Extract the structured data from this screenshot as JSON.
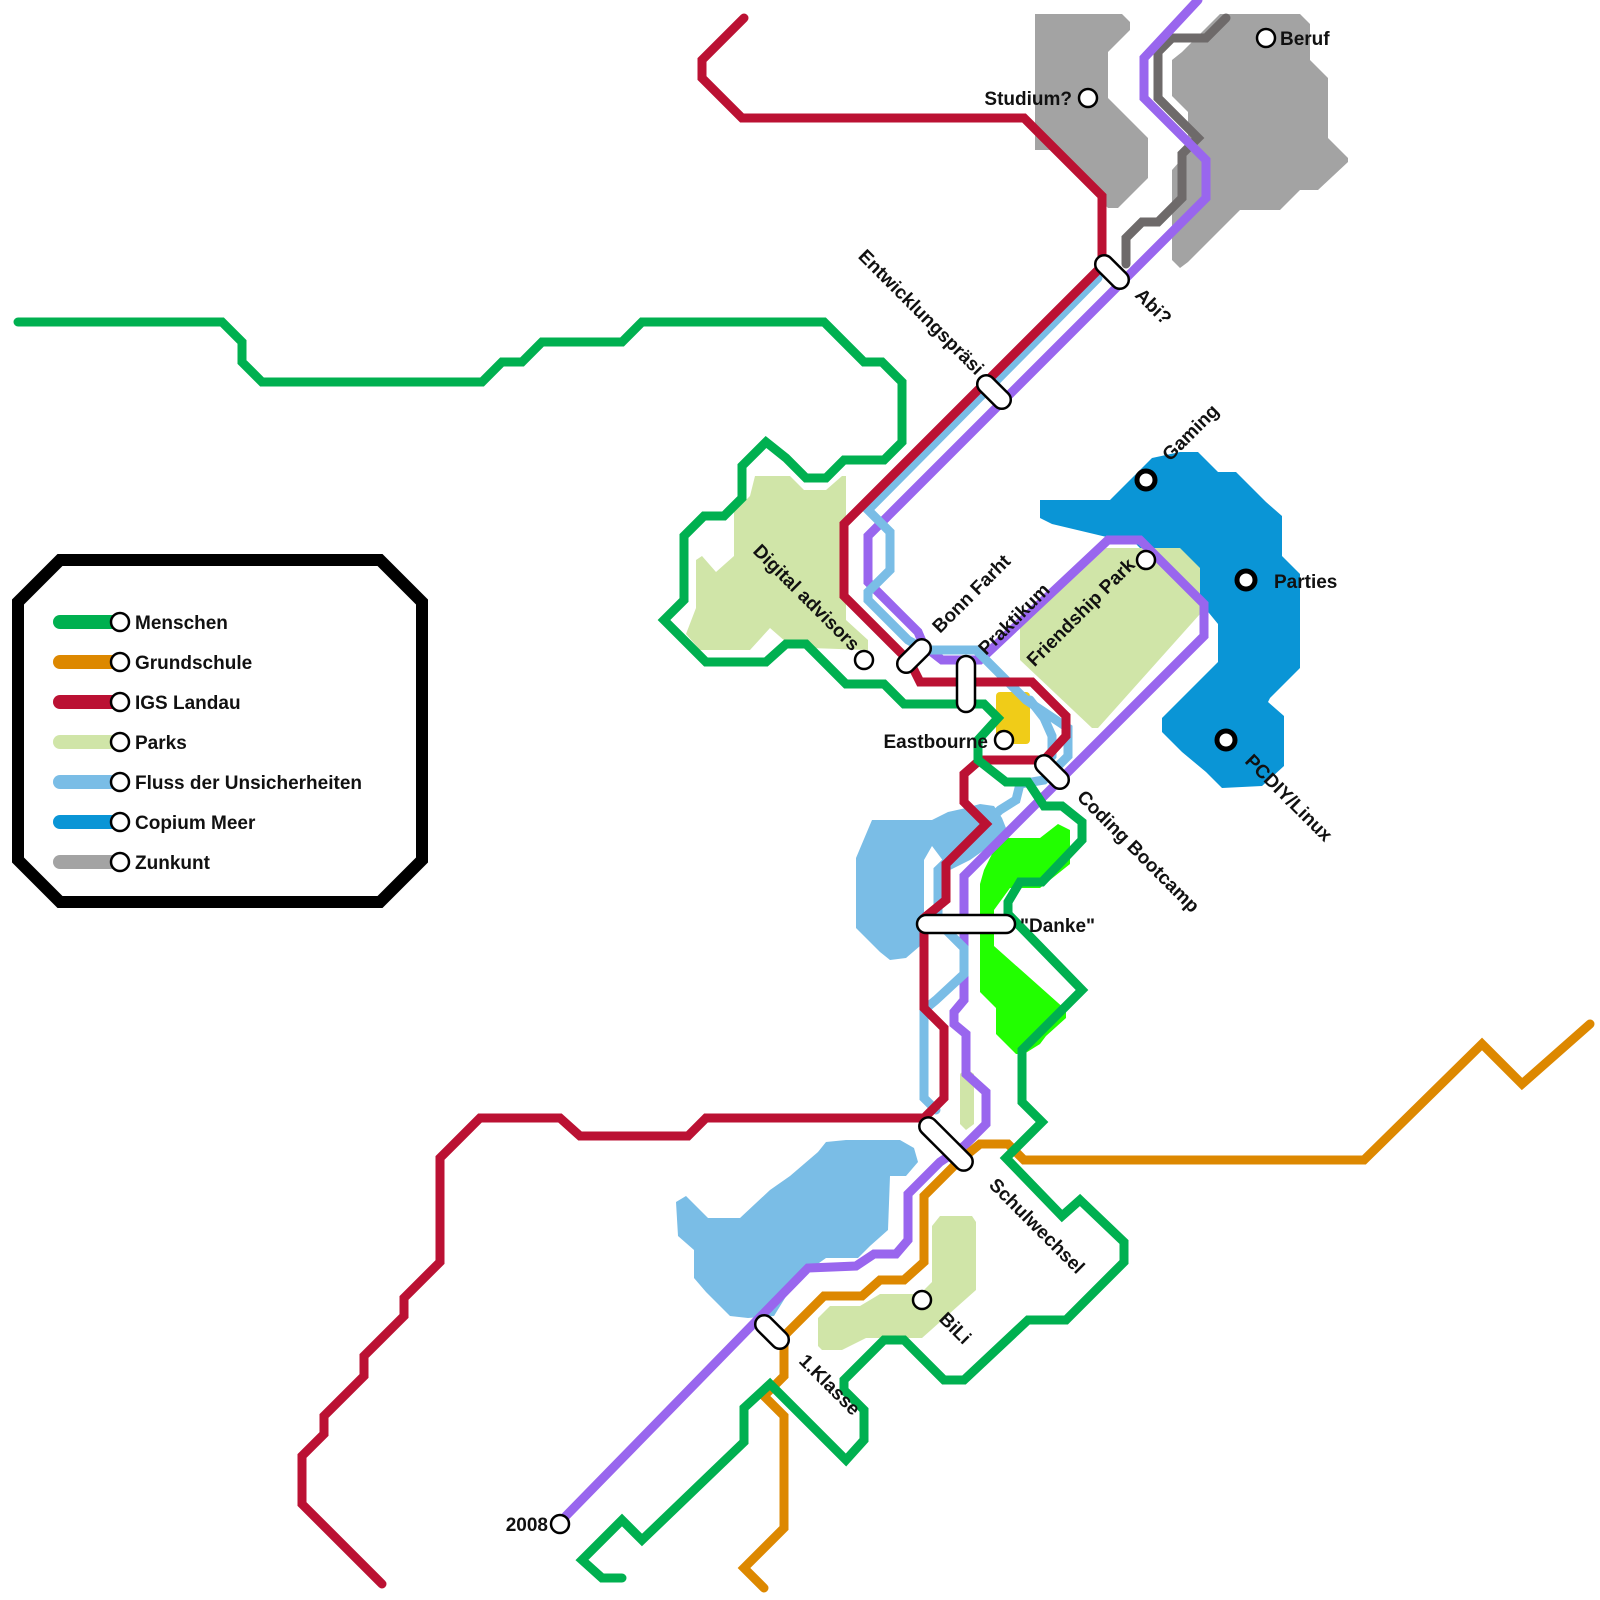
{
  "map": {
    "title": "Lebenslinien",
    "colors": {
      "menschen": "#00b050",
      "grundschule": "#dd8800",
      "igs": "#bb1133",
      "parks": "#d0e5a8",
      "fluss": "#7abde6",
      "copium": "#0a95d6",
      "zunkunft": "#a3a3a3",
      "zukunft_line": "#6e6a6a",
      "lifeline": "#9966ee",
      "bright_park": "#22ff00",
      "yellow": "#f0cc18"
    }
  },
  "legend": {
    "items": [
      {
        "label": "Menschen",
        "color": "#00b050"
      },
      {
        "label": "Grundschule",
        "color": "#dd8800"
      },
      {
        "label": "IGS Landau",
        "color": "#bb1133"
      },
      {
        "label": "Parks",
        "color": "#d0e5a8"
      },
      {
        "label": "Fluss der Unsicherheiten",
        "color": "#7abde6"
      },
      {
        "label": "Copium Meer",
        "color": "#0a95d6"
      },
      {
        "label": "Zunkunt",
        "color": "#a3a3a3"
      }
    ]
  },
  "stations": {
    "studium": "Studium?",
    "beruf": "Beruf",
    "abi": "Abi?",
    "entwicklung": "Entwicklungspräsi",
    "gaming": "Gaming",
    "parties": "Parties",
    "pcdiy": "PCDIY/Linux",
    "friendship_park": "Friendship Park",
    "digital_advisors": "Digital advisors",
    "bonn": "Bonn Farht",
    "praktikum": "Praktikum",
    "eastbourne": "Eastbourne",
    "coding": "Coding Bootcamp",
    "danke": "\"Danke\"",
    "schulwechsel": "Schulwechsel",
    "bili": "BiLi",
    "klasse": "1.Klasse",
    "start": "2008"
  }
}
